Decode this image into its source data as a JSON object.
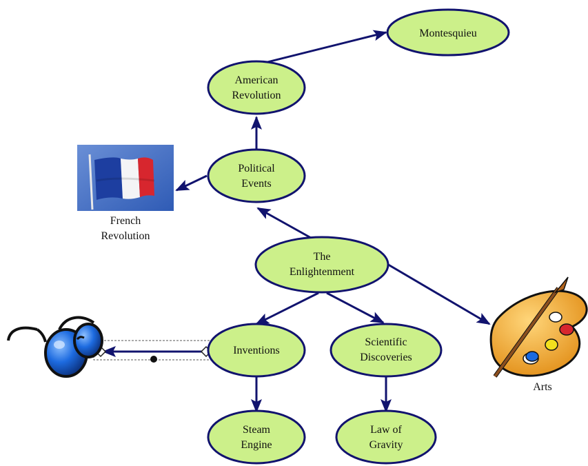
{
  "nodes": {
    "montesquieu": {
      "label": [
        "Montesquieu"
      ]
    },
    "american_revolution": {
      "label": [
        "American",
        "Revolution"
      ]
    },
    "political_events": {
      "label": [
        "Political",
        "Events"
      ]
    },
    "enlightenment": {
      "label": [
        "The",
        "Enlightenment"
      ]
    },
    "inventions": {
      "label": [
        "Inventions"
      ]
    },
    "scientific_discoveries": {
      "label": [
        "Scientific",
        "Discoveries"
      ]
    },
    "steam_engine": {
      "label": [
        "Steam",
        "Engine"
      ]
    },
    "law_of_gravity": {
      "label": [
        "Law of",
        "Gravity"
      ]
    }
  },
  "images": {
    "french_flag": {
      "caption": [
        "French",
        "Revolution"
      ],
      "icon": "french-flag"
    },
    "arts": {
      "caption": [
        "Arts"
      ],
      "icon": "paint-palette"
    },
    "glasses": {
      "icon": "eyeglasses"
    }
  },
  "colors": {
    "node_fill": "#ccf08a",
    "node_stroke": "#11136e",
    "arrow": "#11136e",
    "flag_blue": "#1d3ea0",
    "flag_red": "#d7262e",
    "palette": "#f0a322",
    "lens": "#1560d8"
  }
}
